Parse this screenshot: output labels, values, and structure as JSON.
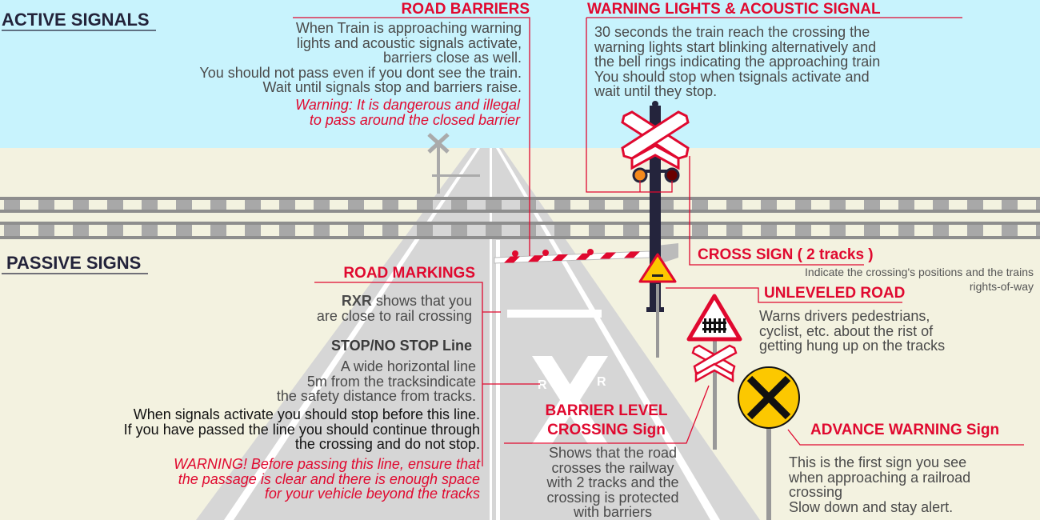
{
  "active": {
    "title": "ACTIVE SIGNALS"
  },
  "passive": {
    "title": "PASSIVE SIGNS"
  },
  "road_barriers": {
    "title": "ROAD BARRIERS",
    "lines": [
      "When Train is approaching warning",
      "lights and acoustic signals activate,",
      "barriers close as well.",
      "You should not pass even if you dont see the train.",
      "Wait until signals stop and barriers raise."
    ],
    "warning": [
      "Warning: It is dangerous and illegal",
      "to pass around the closed barrier"
    ]
  },
  "warning_lights": {
    "title": "WARNING LIGHTS & ACOUSTIC SIGNAL",
    "lines": [
      "30 seconds the train reach the crossing the",
      "warning lights start blinking alternatively and",
      "the bell rings indicating the approaching train",
      "You should stop when tsignals activate and",
      "wait until they stop."
    ]
  },
  "cross_sign": {
    "title": "CROSS SIGN ( 2 tracks )",
    "lines": [
      "Indicate the crossing's positions and the trains",
      "rights-of-way"
    ]
  },
  "unleveled": {
    "title": "UNLEVELED ROAD",
    "lines": [
      "Warns drivers pedestrians,",
      "cyclist, etc. about the rist of",
      "getting hung up on the tracks"
    ]
  },
  "advance": {
    "title": "ADVANCE WARNING Sign",
    "lines": [
      "This is the first sign you see",
      "when approaching a railroad",
      "crossing",
      "Slow down and stay alert."
    ]
  },
  "road_markings": {
    "title": "ROAD MARKINGS",
    "rxr_bold": "RXR",
    "rxr_rest": " shows that you",
    "rxr_line2": "are close to rail crossing",
    "stop_title": "STOP/NO STOP Line",
    "stop_lines": [
      "A wide horizontal line",
      "5m from the tracksindicate",
      "the safety distance from tracks."
    ],
    "stop_black": [
      "When signals activate you should stop before this line.",
      "If you have passed the line you should continue through",
      "the crossing and do not stop."
    ],
    "warning": [
      "WARNING! Before passing this line, ensure that",
      "the passage is clear and there is enough space",
      "for your vehicle beyond the tracks"
    ]
  },
  "barrier_sign": {
    "title": [
      "BARRIER LEVEL",
      "CROSSING Sign"
    ],
    "lines": [
      "Shows that the road",
      "crosses the railway",
      "with 2 tracks and the",
      "crossing is protected",
      "with barriers"
    ]
  },
  "road_letters": {
    "r": "R"
  },
  "colors": {
    "sky": "#c8f3fd",
    "ground": "#f3f2e0",
    "road": "#d6d6d6",
    "accent": "#e0092f",
    "pole": "#24243c",
    "yellow": "#fcc800"
  }
}
